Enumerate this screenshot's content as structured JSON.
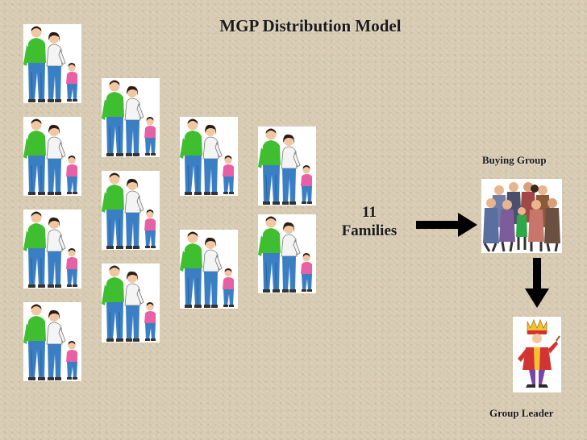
{
  "title": "MGP Distribution Model",
  "families": {
    "count_number": "11",
    "count_word": "Families",
    "icon": "family-icon",
    "colors": {
      "man_shirt": "#3fbf2f",
      "woman_shirt": "#f4f4f4",
      "jeans": "#3a7fc4",
      "child_shirt": "#e75fa5",
      "hair": "#2b1d14",
      "skin": "#f0c7a0"
    }
  },
  "buying_group": {
    "label": "Buying Group",
    "icon": "buying-group-crowd-icon"
  },
  "group_leader": {
    "label": "Group Leader",
    "icon": "group-leader-king-icon"
  },
  "arrows": {
    "color": "#000000",
    "icon": "arrow-icon"
  }
}
